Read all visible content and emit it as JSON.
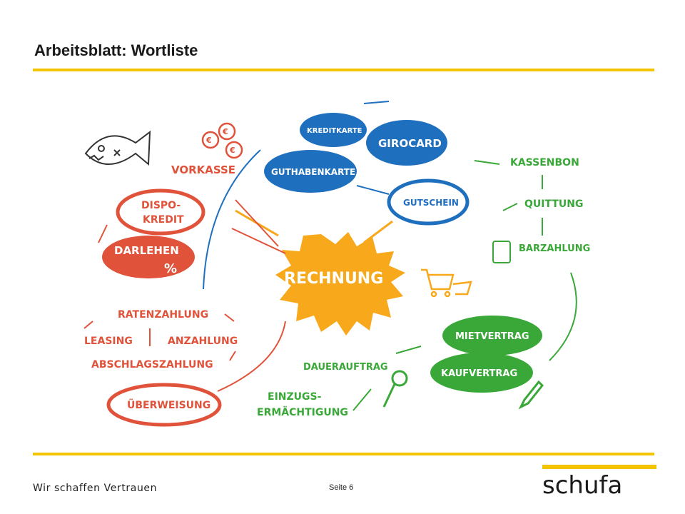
{
  "header": {
    "title": "Arbeitsblatt: Wortliste"
  },
  "mindmap": {
    "center": "RECHNUNG",
    "blue": [
      "KREDITKARTE",
      "GIROCARD",
      "GUTHABENKARTE",
      "GUTSCHEIN"
    ],
    "green_right": [
      "KASSENBON",
      "QUITTUNG",
      "BARZAHLUNG"
    ],
    "red_left": [
      "VORKASSE",
      "DISPO-",
      "KREDIT",
      "DARLEHEN"
    ],
    "red_bottom": [
      "RATENZAHLUNG",
      "LEASING",
      "ANZAHLUNG",
      "ABSCHLAGSZAHLUNG",
      "ÜBERWEISUNG"
    ],
    "green_bottom": [
      "MIETVERTRAG",
      "KAUFVERTRAG",
      "DAUERAUFTRAG",
      "EINZUGS-",
      "ERMÄCHTIGUNG"
    ],
    "colors": {
      "blue": "#1f6fbf",
      "red": "#e0523a",
      "green": "#3aa838",
      "orange": "#f7a81b",
      "yellow_rule": "#f5c400"
    }
  },
  "footer": {
    "slogan": "Wir schaffen Vertrauen",
    "page": "Seite 6",
    "logo": "schufa"
  }
}
